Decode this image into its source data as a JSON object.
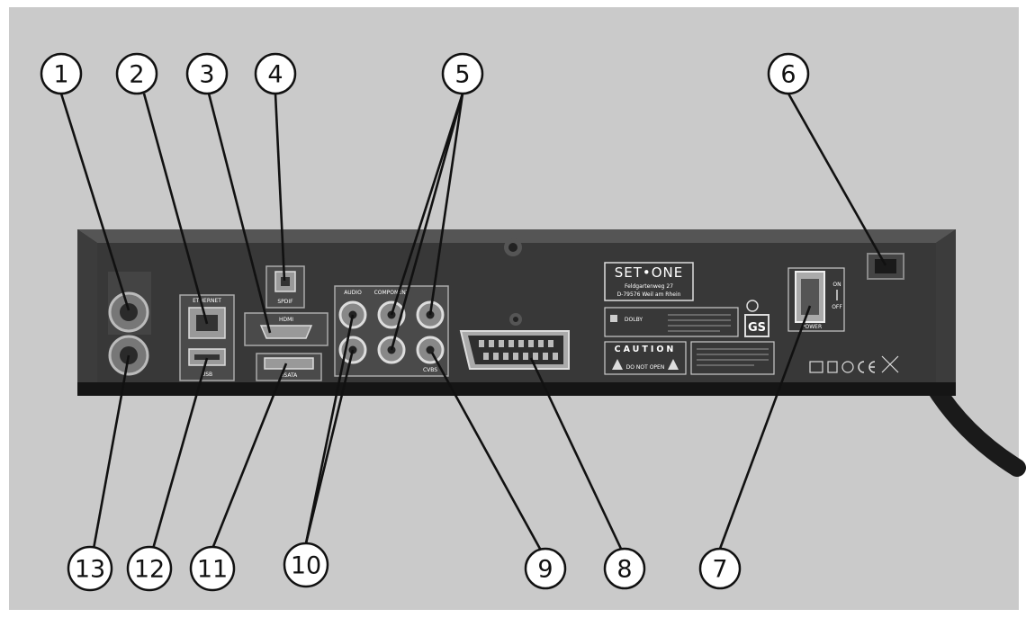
{
  "device": {
    "brand": "SET•ONE",
    "address_line1": "Feldgartenweg 27",
    "address_line2": "D-79576 Weil am Rhein",
    "caution_title": "CAUTION",
    "caution_warning": "DO NOT OPEN",
    "dolby_label": "DOLBY",
    "gs_mark": "GS",
    "power_label": "POWER",
    "switch_on": "ON",
    "switch_off": "OFF",
    "port_labels": {
      "ethernet": "ETHERNET",
      "usb": "USB",
      "spdif": "SPDIF",
      "hdmi": "HDMI",
      "esata": "eSATA",
      "audio": "AUDIO",
      "component": "COMPONENT",
      "cvbs": "CVBS"
    }
  },
  "callouts": [
    {
      "number": "1"
    },
    {
      "number": "2"
    },
    {
      "number": "3"
    },
    {
      "number": "4"
    },
    {
      "number": "5"
    },
    {
      "number": "6"
    },
    {
      "number": "7"
    },
    {
      "number": "8"
    },
    {
      "number": "9"
    },
    {
      "number": "10"
    },
    {
      "number": "11"
    },
    {
      "number": "12"
    },
    {
      "number": "13"
    }
  ],
  "colors": {
    "background": "#cacaca",
    "chassis": "#2b2b2b",
    "panel": "#383838",
    "connector": "#8a8a8a"
  }
}
